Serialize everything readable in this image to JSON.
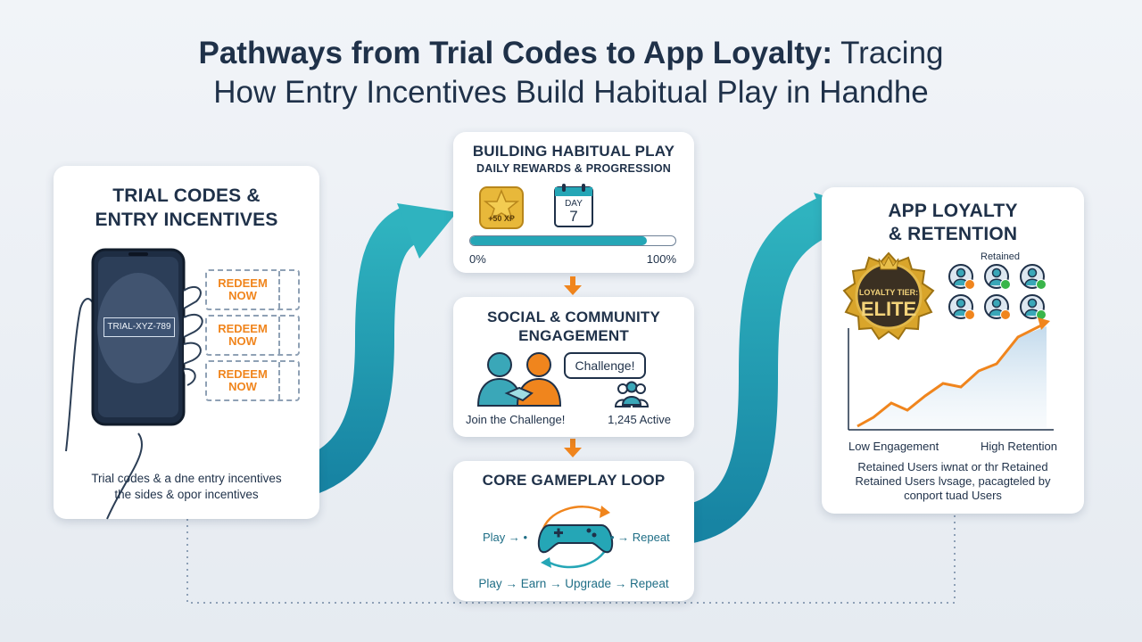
{
  "title": {
    "line1_bold": "Pathways from Trial Codes to App Loyalty:",
    "line1_rest": " Tracing",
    "line2": "How Entry Incentives Build Habitual Play in Handhe"
  },
  "trial": {
    "title_line1": "TRIAL CODES &",
    "title_line2": "ENTRY INCENTIVES",
    "code": "TRIAL-XYZ-789",
    "ticket_label_line1": "REDEEM",
    "ticket_label_line2": "NOW",
    "caption_line1": "Trial codes & a dne entry incentives",
    "caption_line2": "the sides & opor incentives"
  },
  "habit": {
    "title": "BUILDING HABITUAL PLAY",
    "subtitle": "DAILY REWARDS & PROGRESSION",
    "xp_badge": "+50 XP",
    "calendar_day_label": "DAY",
    "calendar_day_number": "7",
    "progress_fraction": 0.86,
    "progress_min_label": "0%",
    "progress_max_label": "100%"
  },
  "social": {
    "title_line1": "SOCIAL & COMMUNITY",
    "title_line2": "ENGAGEMENT",
    "bubble_text": "Challenge!",
    "join_label": "Join the Challenge!",
    "active_label": "1,245 Active"
  },
  "core": {
    "title": "CORE GAMEPLAY LOOP",
    "left_label": "Play",
    "right_label": "Repeat",
    "loop_steps": [
      "Play",
      "Earn",
      "Upgrade",
      "Repeat"
    ],
    "arrow_glyph": "→"
  },
  "loyalty": {
    "title_line1": "APP LOYALTY",
    "title_line2": "& RETENTION",
    "retained_label": "Retained",
    "badge_line1": "LOYALTY TIER:",
    "badge_line2": "ELITE",
    "axis_left_label": "Low Engagement",
    "axis_right_label": "High Retention",
    "caption_line1": "Retained Users iwnat or thr Retained",
    "caption_line2": "Retained Users lvsage, pacagteled by",
    "caption_line3": "conport tuad Users"
  },
  "colors": {
    "teal": "#25a6b6",
    "orange": "#f0851d",
    "navy": "#1f3149",
    "gold": "#d9a52b"
  }
}
